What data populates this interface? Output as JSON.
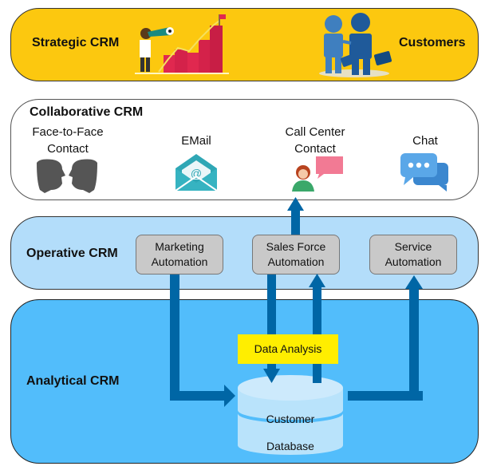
{
  "diagram": {
    "strategic": {
      "title": "Strategic CRM",
      "customers_label": "Customers"
    },
    "collaborative": {
      "title": "Collaborative CRM",
      "channels": [
        {
          "label_line1": "Face-to-Face",
          "label_line2": "Contact",
          "icon": "faces-icon"
        },
        {
          "label_line1": "EMail",
          "label_line2": "",
          "icon": "email-icon"
        },
        {
          "label_line1": "Call Center",
          "label_line2": "Contact",
          "icon": "call-center-agent-icon"
        },
        {
          "label_line1": "Chat",
          "label_line2": "",
          "icon": "chat-bubbles-icon"
        }
      ]
    },
    "operative": {
      "title": "Operative CRM",
      "modules": [
        {
          "line1": "Marketing",
          "line2": "Automation"
        },
        {
          "line1": "Sales Force",
          "line2": "Automation"
        },
        {
          "line1": "Service",
          "line2": "Automation"
        }
      ]
    },
    "analytical": {
      "title": "Analytical CRM",
      "data_analysis": "Data Analysis",
      "database_line1": "Customer",
      "database_line2": "Database"
    },
    "colors": {
      "strategic": "#fcc80f",
      "operative": "#b3ddfa",
      "analytical": "#52bdfb",
      "arrow": "#0066a5",
      "data_analysis": "#ffee00"
    }
  }
}
